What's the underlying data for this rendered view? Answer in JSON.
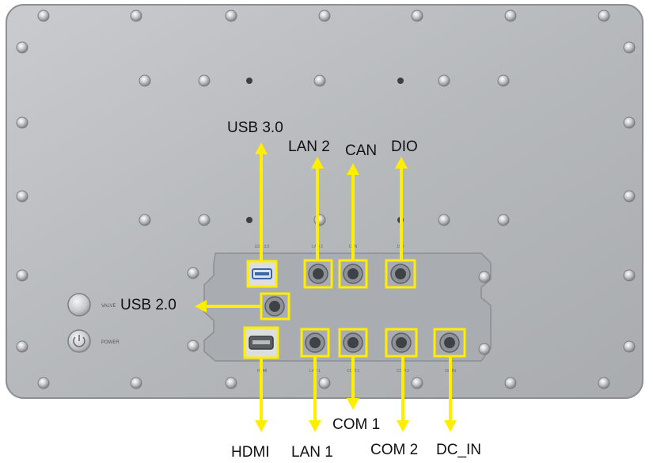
{
  "colors": {
    "panel": "#b9bcbf",
    "highlight": "#ffee00",
    "label": "#111111"
  },
  "panel_markings": {
    "valve": "VALVE",
    "power": "POWER",
    "usb30": "USB 3.0",
    "lan2": "LAN 2",
    "can": "CAN",
    "dio": "DIO",
    "hdmi": "HDMI",
    "lan1": "LAN 1",
    "com1": "COM 1",
    "com2": "COM 2",
    "dcin": "DC IN"
  },
  "callouts": {
    "usb30": "USB 3.0",
    "lan2": "LAN 2",
    "can": "CAN",
    "dio": "DIO",
    "usb20": "USB 2.0",
    "com1": "COM 1",
    "hdmi": "HDMI",
    "lan1": "LAN 1",
    "com2": "COM 2",
    "dcin": "DC_IN"
  },
  "icons": [
    "screw-icon",
    "valve-button-icon",
    "power-button-icon",
    "arrow-icon"
  ]
}
